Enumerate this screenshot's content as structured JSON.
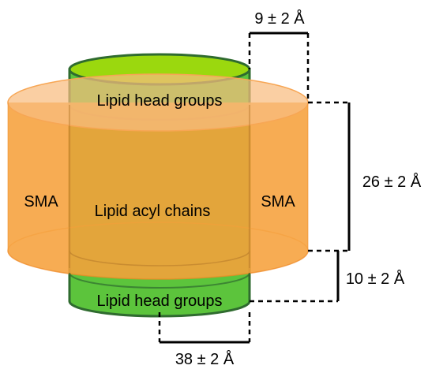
{
  "diagram": {
    "labels": {
      "head_top": "Lipid head groups",
      "head_bottom": "Lipid head groups",
      "sma_left": "SMA",
      "sma_right": "SMA",
      "acyl": "Lipid acyl chains"
    },
    "dimensions": {
      "top_width": "9 ± 2 Å",
      "height_main": "26 ± 2 Å",
      "height_lower": "10 ± 2 Å",
      "bottom_width": "38 ± 2 Å"
    },
    "colors": {
      "green_fill": "#5cc43c",
      "green_top": "#9bd80e",
      "green_stroke": "#2f6b2f",
      "orange_fill": "#f6a13b",
      "orange_ellipse": "#f8bc80",
      "orange_stroke": "#ef8a26"
    }
  }
}
